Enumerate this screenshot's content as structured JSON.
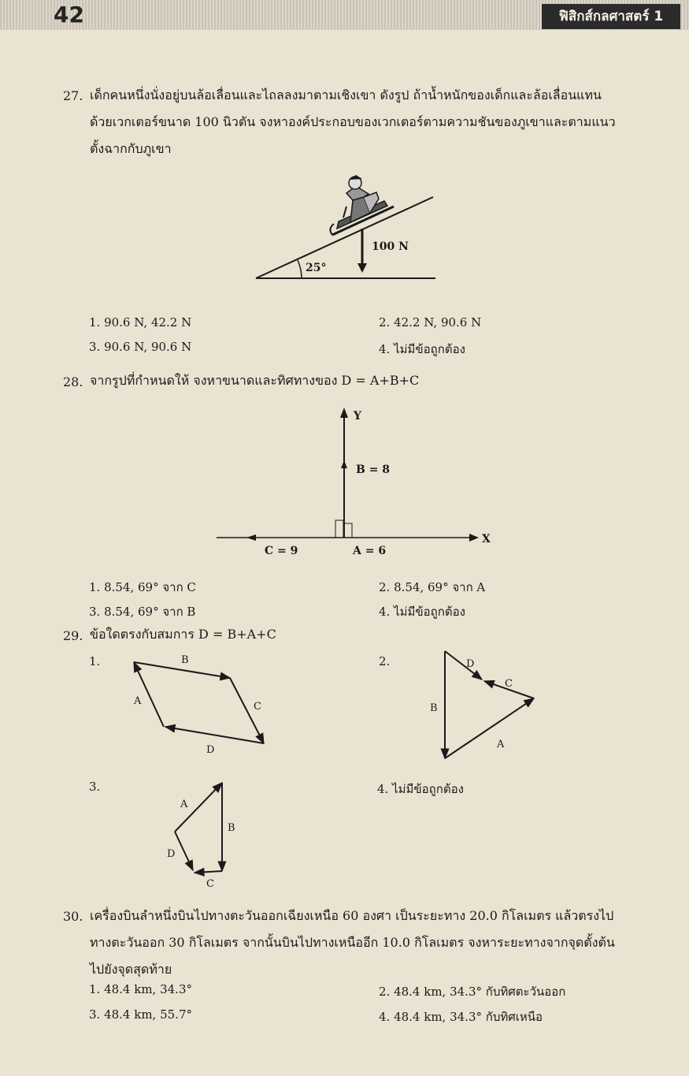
{
  "header": {
    "page_number": "42",
    "book_title": "ฟิสิกส์กลศาสตร์ 1"
  },
  "q27": {
    "number": "27.",
    "lines": [
      "เด็กคนหนึ่งนั่งอยู่บนล้อเลื่อนและไถลลงมาตามเชิงเขา ดังรูป   ถ้าน้ำหนักของเด็กและล้อเลื่อนแทน",
      "ด้วยเวกเตอร์ขนาด 100 นิวตัน จงหาองค์ประกอบของเวกเตอร์ตามความชันของภูเขาและตามแนว",
      "ตั้งฉากกับภูเขา"
    ],
    "figure": {
      "force_label": "100  N",
      "angle_label": "25°"
    },
    "options": [
      "1.  90.6  N,  42.2  N",
      "2.  42.2  N,  90.6  N",
      "3.  90.6  N,  90.6  N",
      "4.  ไม่มีข้อถูกต้อง"
    ]
  },
  "q28": {
    "number": "28.",
    "text": "จากรูปที่กำหนดให้ จงหาขนาดและทิศทางของ D = A+B+C",
    "figure": {
      "y_label": "Y",
      "x_label": "X",
      "b_label": "B = 8",
      "c_label": "C = 9",
      "a_label": "A = 6"
    },
    "options": [
      "1.  8.54,  69° จาก C",
      "2.  8.54,  69° จาก A",
      "3.  8.54,  69° จาก B",
      "4.  ไม่มีข้อถูกต้อง"
    ]
  },
  "q29": {
    "number": "29.",
    "text": "ข้อใดตรงกับสมการ D = B+A+C",
    "choice_labels": [
      "1.",
      "2.",
      "3.",
      "4.  ไม่มีข้อถูกต้อง"
    ],
    "vec_labels": {
      "a": "A",
      "b": "B",
      "c": "C",
      "d": "D"
    }
  },
  "q30": {
    "number": "30.",
    "lines": [
      "เครื่องบินลำหนึ่งบินไปทางตะวันออกเฉียงเหนือ 60 องศา เป็นระยะทาง 20.0 กิโลเมตร แล้วตรงไป",
      "ทางตะวันออก 30 กิโลเมตร จากนั้นบินไปทางเหนืออีก 10.0 กิโลเมตร จงหาระยะทางจากจุดตั้งต้น",
      "ไปยังจุดสุดท้าย"
    ],
    "options": [
      "1.  48.4  km,  34.3°",
      "2.  48.4  km,  34.3°  กับทิศตะวันออก",
      "3.  48.4  km,  55.7°",
      "4.  48.4  km,  34.3°  กับทิศเหนือ"
    ]
  }
}
